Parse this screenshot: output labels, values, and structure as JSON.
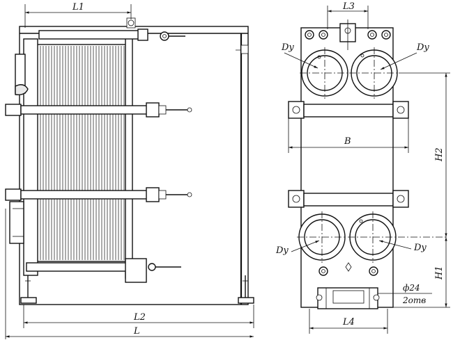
{
  "labels": {
    "L1": "L1",
    "L2": "L2",
    "L": "L",
    "L3": "L3",
    "L4": "L4",
    "B": "B",
    "H1": "H1",
    "H2": "H2",
    "Dy": "Dy",
    "phi24": "ф24",
    "holes": "2отв"
  },
  "colors": {
    "ink": "#111111",
    "paper": "#ffffff"
  }
}
